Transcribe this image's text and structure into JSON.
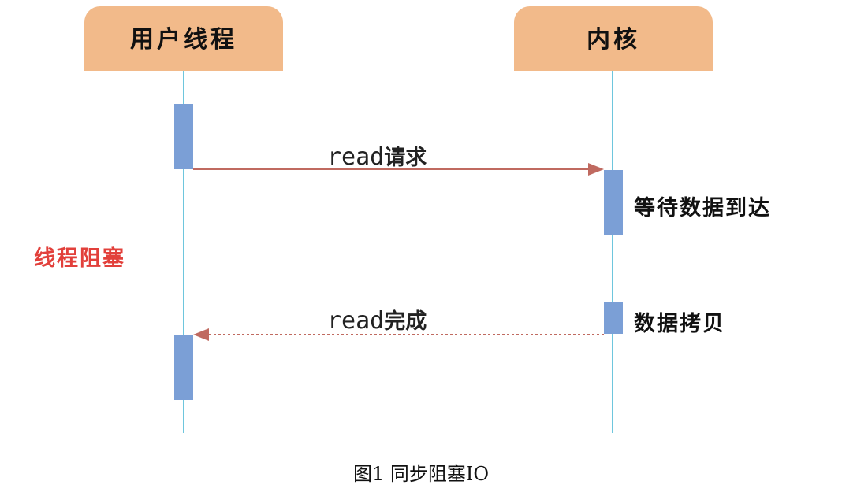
{
  "participants": {
    "user": "用户线程",
    "kernel": "内核"
  },
  "messages": {
    "request": {
      "code": "read",
      "text": "请求",
      "style": "solid"
    },
    "complete": {
      "code": "read",
      "text": "完成",
      "style": "dotted"
    }
  },
  "notes": {
    "wait": "等待数据到达",
    "copy": "数据拷贝",
    "blocked": "线程阻塞"
  },
  "caption": "图1 同步阻塞IO",
  "colors": {
    "participant_fill": "#F2BA8A",
    "lifeline": "#6EC6DD",
    "activation": "#7B9FD6",
    "arrow": "#C06A60",
    "blocked_text": "#E2403B"
  }
}
